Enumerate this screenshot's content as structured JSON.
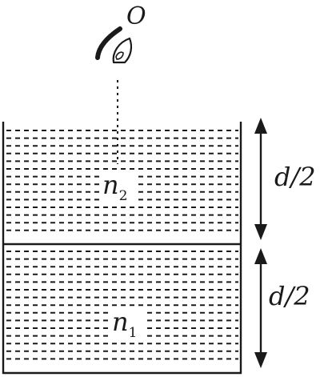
{
  "diagram": {
    "object_label": "O",
    "upper_liquid": {
      "symbol": "n",
      "subscript": "2"
    },
    "lower_liquid": {
      "symbol": "n",
      "subscript": "1"
    },
    "upper_depth_label": "d/2",
    "lower_depth_label": "d/2"
  },
  "colors": {
    "ink": "#1a1a1a",
    "background": "#ffffff"
  },
  "icons": [
    "eye-icon",
    "double-arrow-icon"
  ]
}
